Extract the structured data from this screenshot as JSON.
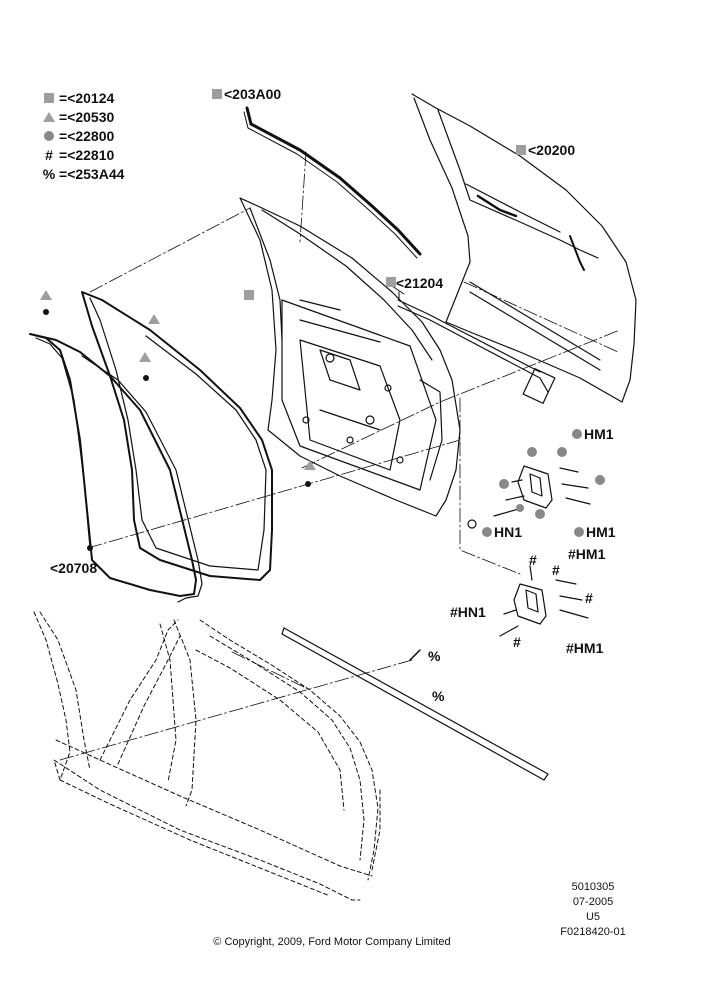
{
  "legend": [
    {
      "symbol": "square-icon",
      "equals": "=",
      "code": "<20124"
    },
    {
      "symbol": "triangle-icon",
      "equals": "=",
      "code": "<20530"
    },
    {
      "symbol": "circle-icon",
      "equals": "=",
      "code": "<22800"
    },
    {
      "symbol": "#",
      "equals": "=",
      "code": "<22810"
    },
    {
      "symbol": "%",
      "equals": "=",
      "code": "<253A44"
    }
  ],
  "callouts": {
    "weatherstrip_top": "<203A00",
    "door_skin": "<20200",
    "glass_channel": "<21204",
    "door_seal": "<20708",
    "hm1_a": "HM1",
    "hm1_b": "HM1",
    "hn1_a": "HN1",
    "hm1_c": "HM1",
    "hn1_b": "HN1",
    "hm1_d": "HM1",
    "hash": "#",
    "percent": "%"
  },
  "footer": {
    "ref1": "5010305",
    "ref2": "07-2005",
    "ref3": "U5",
    "ref4": "F0218420-01",
    "copyright": "© Copyright, 2009, Ford Motor Company Limited"
  },
  "colors": {
    "marker_gray": "#9e9e9e",
    "line": "#111111"
  }
}
